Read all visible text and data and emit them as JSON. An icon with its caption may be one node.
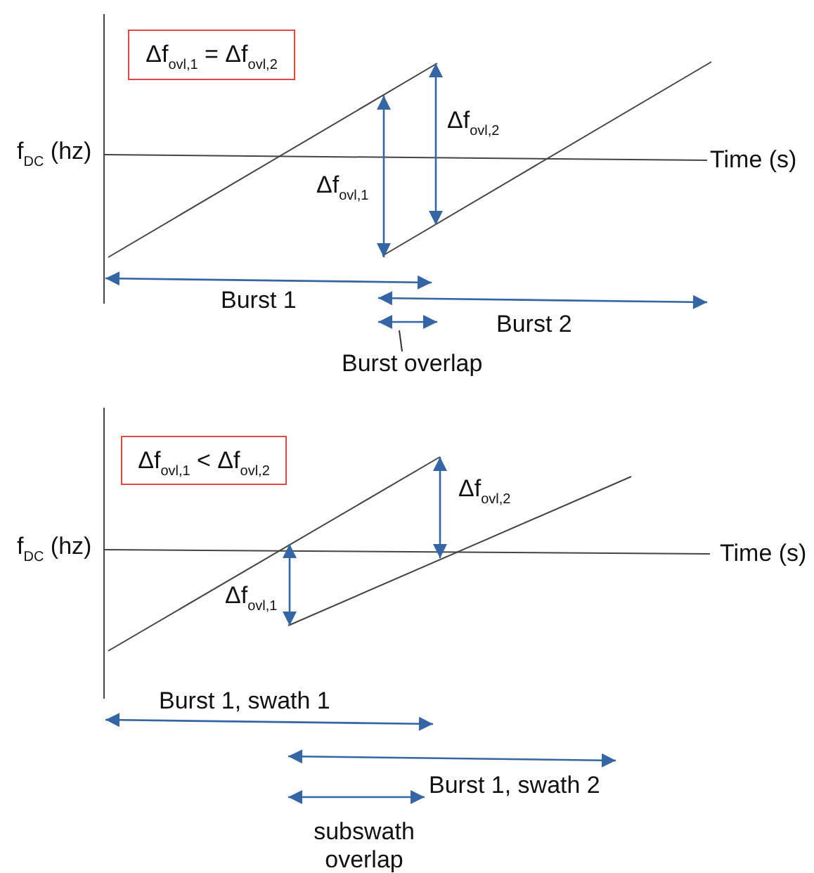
{
  "diagram": {
    "nodes": [
      {
        "text": [
          "Δf$_{ovl,1}$ = Δf$_{ovl,2}$"
        ]
      },
      {
        "text": [],
        "shape": "arrow"
      },
      {
        "text": [
          "Burst overlap"
        ]
      },
      {
        "text": [
          "Δf$_{ovl,1}$ < Δf$_{ovl,2}$"
        ]
      }
    ],
    "edges": [
      {
        "from": 2,
        "to": 1,
        "arrow": "none"
      }
    ],
    "labels": [
      "f$_{DC}$ (hz)",
      "Time (s)",
      "Δf$_{ovl,2}$",
      "Δf$_{ovl,1}$",
      "Burst 1",
      "Burst 2",
      "f$_{DC}$ (hz)",
      "Δf$_{ovl,2}$",
      "Time (s)",
      "Δf$_{ovl,1}$",
      "Burst 1, swath 1",
      "Burst 1, swath 2",
      "subswath overlap"
    ]
  }
}
